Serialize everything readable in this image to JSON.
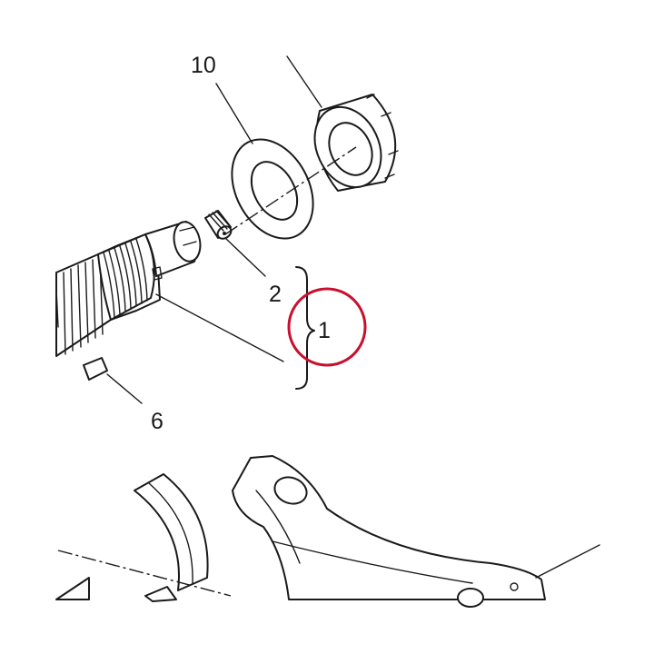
{
  "callouts": {
    "c10": "10",
    "c2": "2",
    "c1": "1",
    "c6": "6"
  },
  "highlight": {
    "target": "1",
    "color": "#c8102e"
  }
}
